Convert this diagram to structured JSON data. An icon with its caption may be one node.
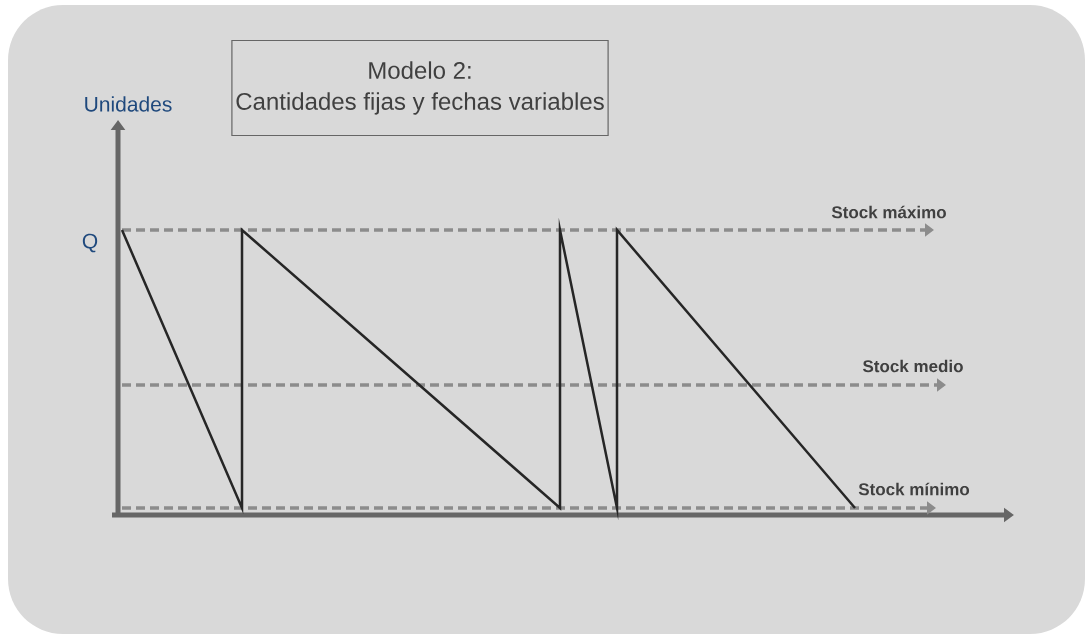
{
  "diagram": {
    "nodes": [
      {
        "text": [
          "Modelo 2:",
          "Cantidades fijas y fechas variables"
        ]
      }
    ],
    "labels": [
      "Unidades",
      "Q",
      "Stock máximo",
      "Stock medio",
      "Stock mínimo"
    ]
  }
}
